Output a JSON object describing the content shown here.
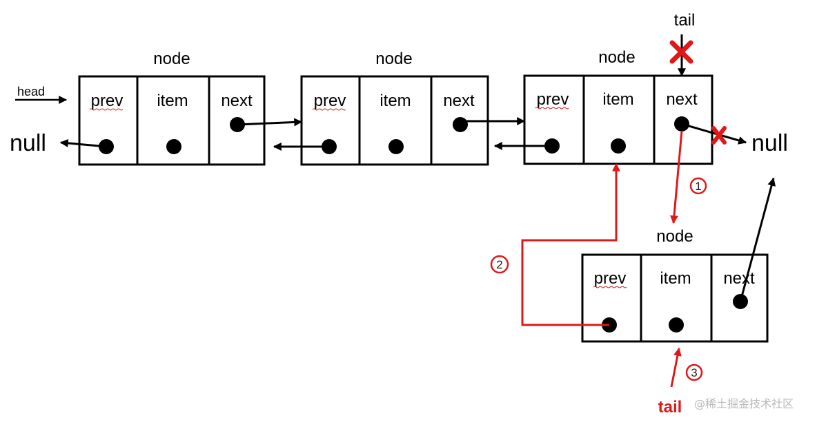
{
  "labels": {
    "node": "node",
    "prev": "prev",
    "item": "item",
    "next": "next",
    "null": "null",
    "head": "head",
    "tail": "tail"
  },
  "steps": [
    "1",
    "2",
    "3"
  ],
  "watermark": "@稀土掘金技术社区",
  "colors": {
    "stroke": "#000000",
    "highlight": "#e01818",
    "squiggle": "#e01818"
  },
  "icons": {
    "removed_link_marker": "red-x-icon",
    "pointer": "filled-dot-icon"
  }
}
